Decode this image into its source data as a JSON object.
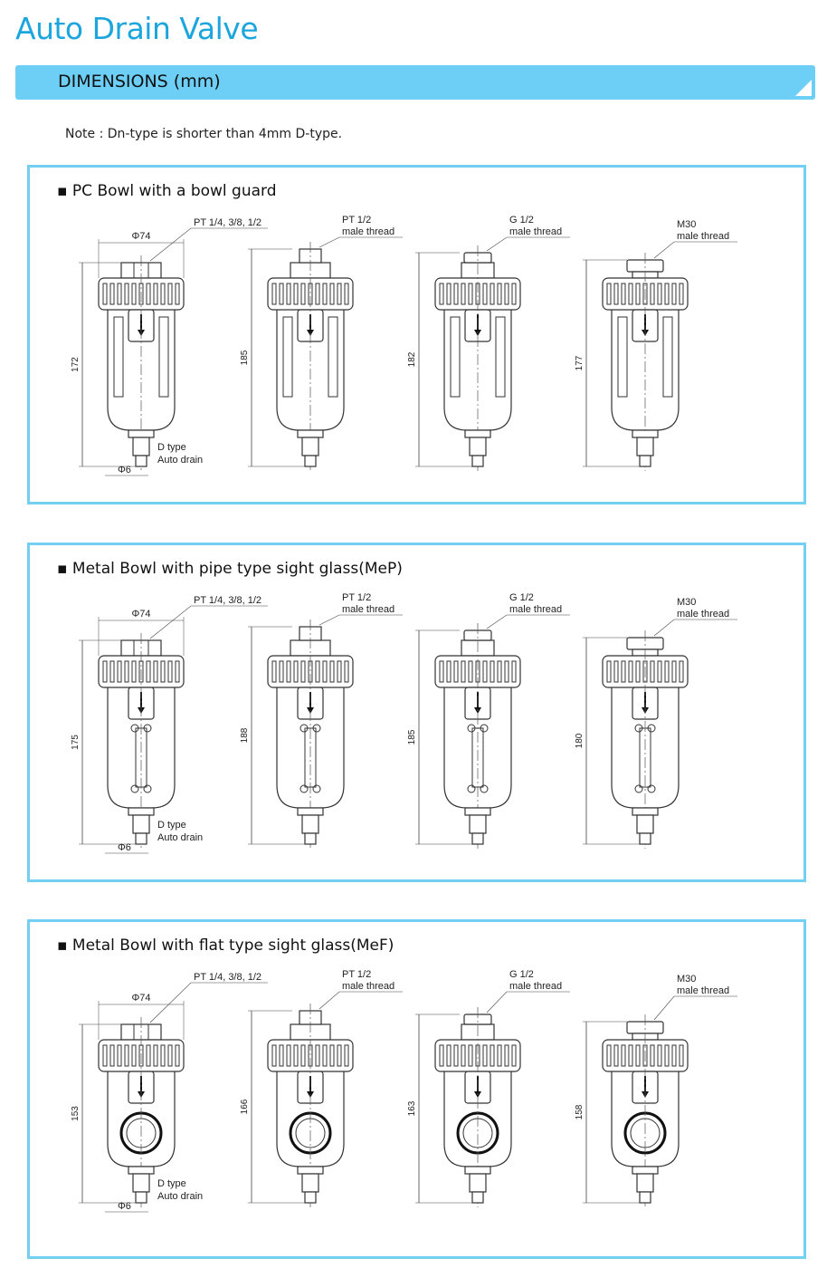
{
  "title": "Auto Drain Valve",
  "section": "DIMENSIONS (mm)",
  "note": "Note : Dn-type is shorter than 4mm D-type.",
  "common": {
    "diameter_body": "Φ74",
    "diameter_drain": "Φ6",
    "drain_line1": "D type",
    "drain_line2": "Auto drain"
  },
  "panels": [
    {
      "title": "▪ PC Bowl with a bowl guard",
      "bowl": "pc",
      "drawings": [
        {
          "thread1": "PT 1/4, 3/8, 1/2",
          "thread2": "",
          "top": "pt14",
          "height": "172"
        },
        {
          "thread1": "PT 1/2",
          "thread2": "male thread",
          "top": "pt12",
          "height": "185"
        },
        {
          "thread1": "G 1/2",
          "thread2": "male thread",
          "top": "g12",
          "height": "182"
        },
        {
          "thread1": "M30",
          "thread2": "male thread",
          "top": "m30",
          "height": "177"
        }
      ]
    },
    {
      "title": "▪ Metal Bowl with pipe type sight glass(MeP)",
      "bowl": "mep",
      "drawings": [
        {
          "thread1": "PT 1/4, 3/8, 1/2",
          "thread2": "",
          "top": "pt14",
          "height": "175"
        },
        {
          "thread1": "PT 1/2",
          "thread2": "male thread",
          "top": "pt12",
          "height": "188"
        },
        {
          "thread1": "G 1/2",
          "thread2": "male thread",
          "top": "g12",
          "height": "185"
        },
        {
          "thread1": "M30",
          "thread2": "male thread",
          "top": "m30",
          "height": "180"
        }
      ]
    },
    {
      "title": "▪ Metal Bowl with flat type sight glass(MeF)",
      "bowl": "mef",
      "drawings": [
        {
          "thread1": "PT 1/4, 3/8, 1/2",
          "thread2": "",
          "top": "pt14",
          "height": "153"
        },
        {
          "thread1": "PT 1/2",
          "thread2": "male thread",
          "top": "pt12",
          "height": "166"
        },
        {
          "thread1": "G 1/2",
          "thread2": "male thread",
          "top": "g12",
          "height": "163"
        },
        {
          "thread1": "M30",
          "thread2": "male thread",
          "top": "m30",
          "height": "158"
        }
      ]
    }
  ]
}
